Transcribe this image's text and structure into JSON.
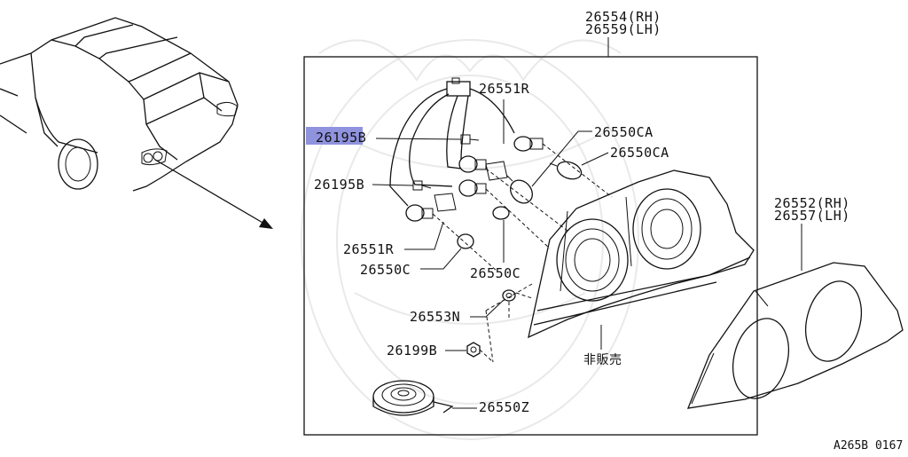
{
  "diagram": {
    "box_title": [
      "26554(RH)",
      "26559(LH)"
    ],
    "lens_title": [
      "26552(RH)",
      "26557(LH)"
    ],
    "selected_part": "26195B",
    "part_labels": {
      "p26551R_top": "26551R",
      "p26195B_top": "26195B",
      "p26550CA_a": "26550CA",
      "p26550CA_b": "26550CA",
      "p26195B_mid": "26195B",
      "p26551R_low": "26551R",
      "p26550C_a": "26550C",
      "p26550C_b": "26550C",
      "p26553N": "26553N",
      "p26199B": "26199B",
      "p26550Z": "26550Z",
      "not_for_sale": "非販売"
    },
    "reference_code": "A265B 0167",
    "colors": {
      "line": "#111111",
      "highlight": "#8f92dd",
      "watermark": "#cfcfcf"
    }
  }
}
